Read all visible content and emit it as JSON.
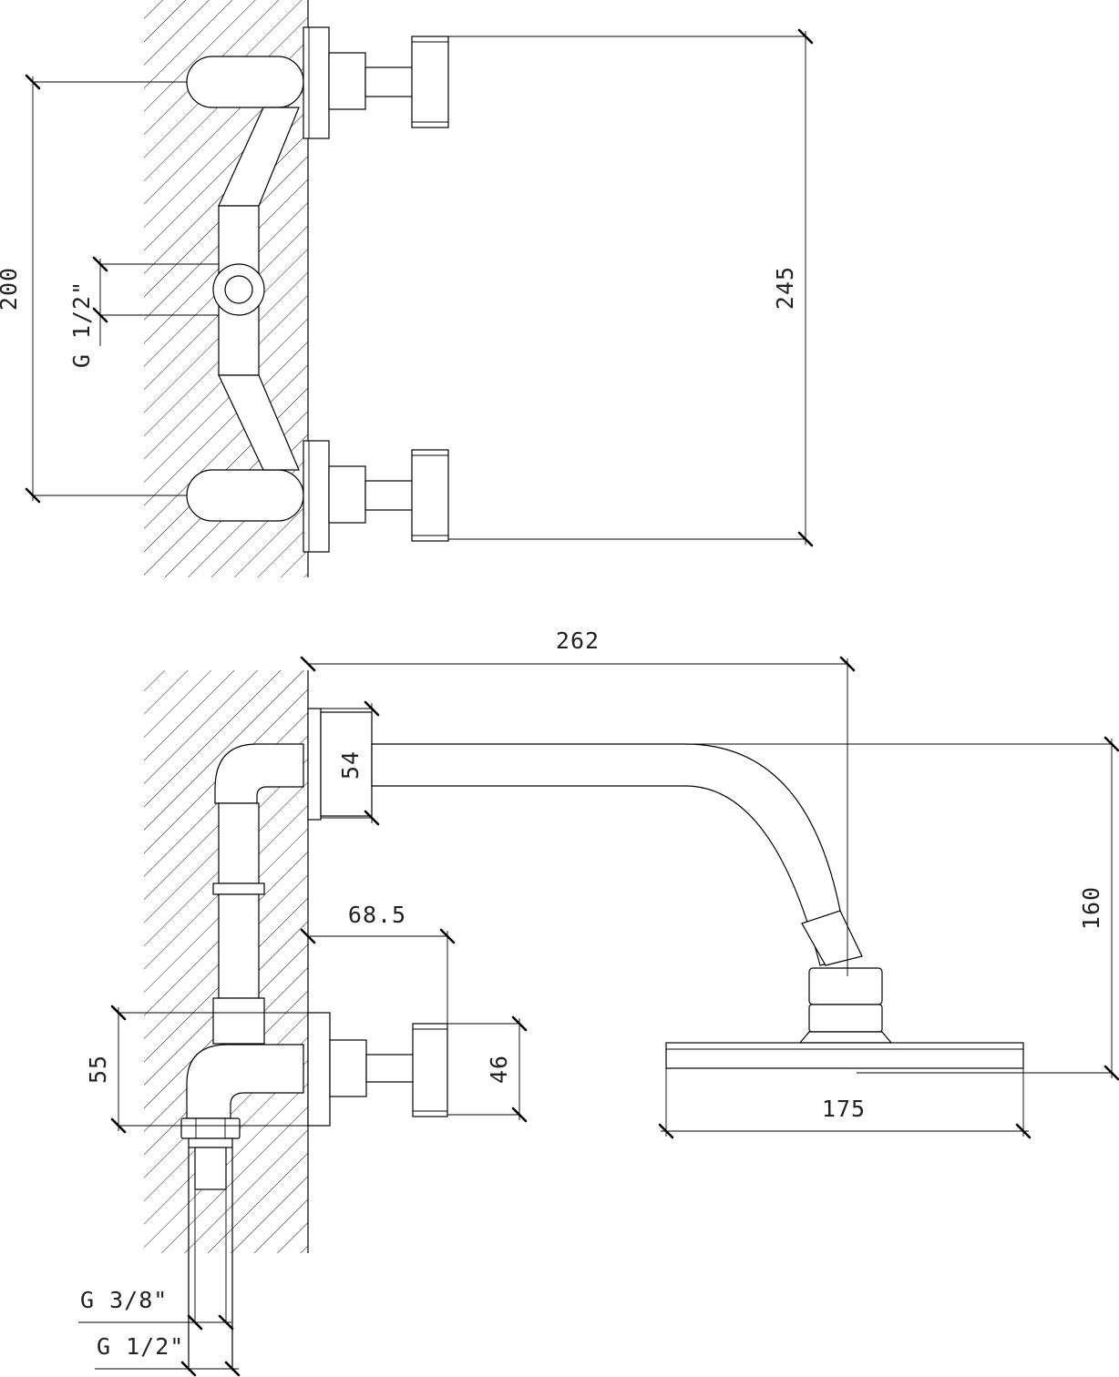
{
  "colors": {
    "line": "#000000",
    "text": "#222222",
    "background": "#ffffff"
  },
  "top_view": {
    "dim_width": "200",
    "dim_height": "245",
    "connection": "G 1/2\""
  },
  "side_view": {
    "dim_arm_length": "262",
    "dim_flange": "54",
    "dim_head_drop": "160",
    "dim_handle_offset": "68.5",
    "dim_valve_height": "55",
    "dim_handle": "46",
    "dim_head_diameter": "175",
    "inlet_thread_small": "G 3/8\"",
    "inlet_thread_large": "G 1/2\""
  }
}
